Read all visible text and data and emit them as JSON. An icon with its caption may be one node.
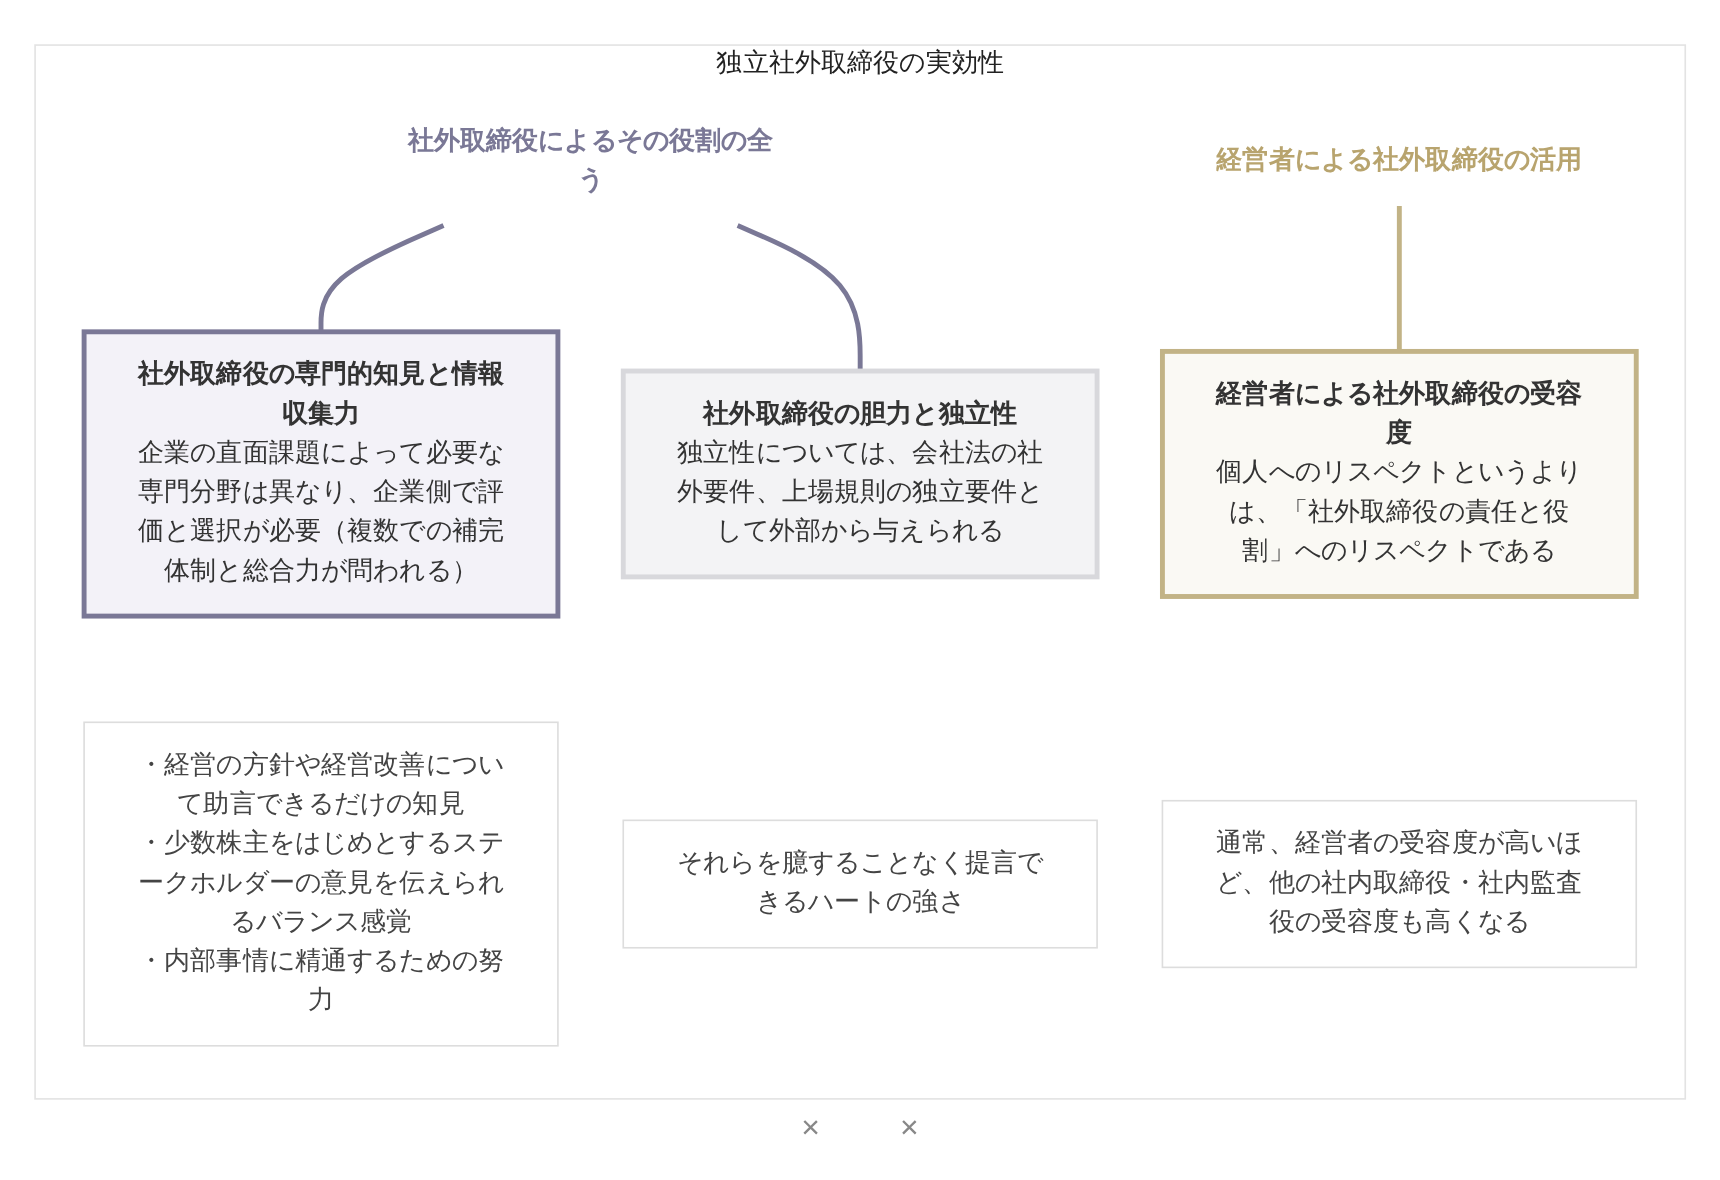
{
  "diagram": {
    "nodes": [
      {
        "text": [
          "独立社外取締役の実効性"
        ]
      },
      {
        "text": [
          "社外取締役によるその役割の全う"
        ],
        "in": 0
      },
      {
        "text": [
          "経営者による社外取締役の活用"
        ],
        "in": 0
      },
      {
        "text": [
          "社外取締役の専門的知見と情報収集力",
          "企業の直面課題によって必要な専門分野は異なり、企業側で評価と選択が必要（複数での補完体制と総合力が問われる）"
        ],
        "in": 0
      },
      {
        "text": [
          "社外取締役の胆力と独立性",
          "独立性については、会社法の社外要件、上場規則の独立要件として外部から与えられる"
        ],
        "in": 0
      },
      {
        "text": [
          "経営者による社外取締役の受容度",
          "個人へのリスペクトというよりは、「社外取締役の責任と役割」へのリスペクトである"
        ],
        "in": 0
      },
      {
        "text": [
          "・経営の方針や経営改善について助言できるだけの知見",
          "・少数株主をはじめとするステークホルダーの意見を伝えられるバランス感覚",
          "・内部事情に精通するための努力"
        ],
        "in": 0
      },
      {
        "text": [
          "それらを臆することなく提言できるハートの強さ"
        ],
        "in": 0
      },
      {
        "text": [
          "通常、経営者の受容度が高いほど、他の社内取締役・社内監査役の受容度も高くなる"
        ],
        "in": 0
      }
    ],
    "edges": [
      {
        "from": 1,
        "to": 3,
        "arrow": "none"
      },
      {
        "from": 1,
        "to": 4,
        "arrow": "none"
      },
      {
        "from": 2,
        "to": 5,
        "arrow": "none"
      }
    ],
    "labels": [
      "×",
      "×"
    ]
  }
}
